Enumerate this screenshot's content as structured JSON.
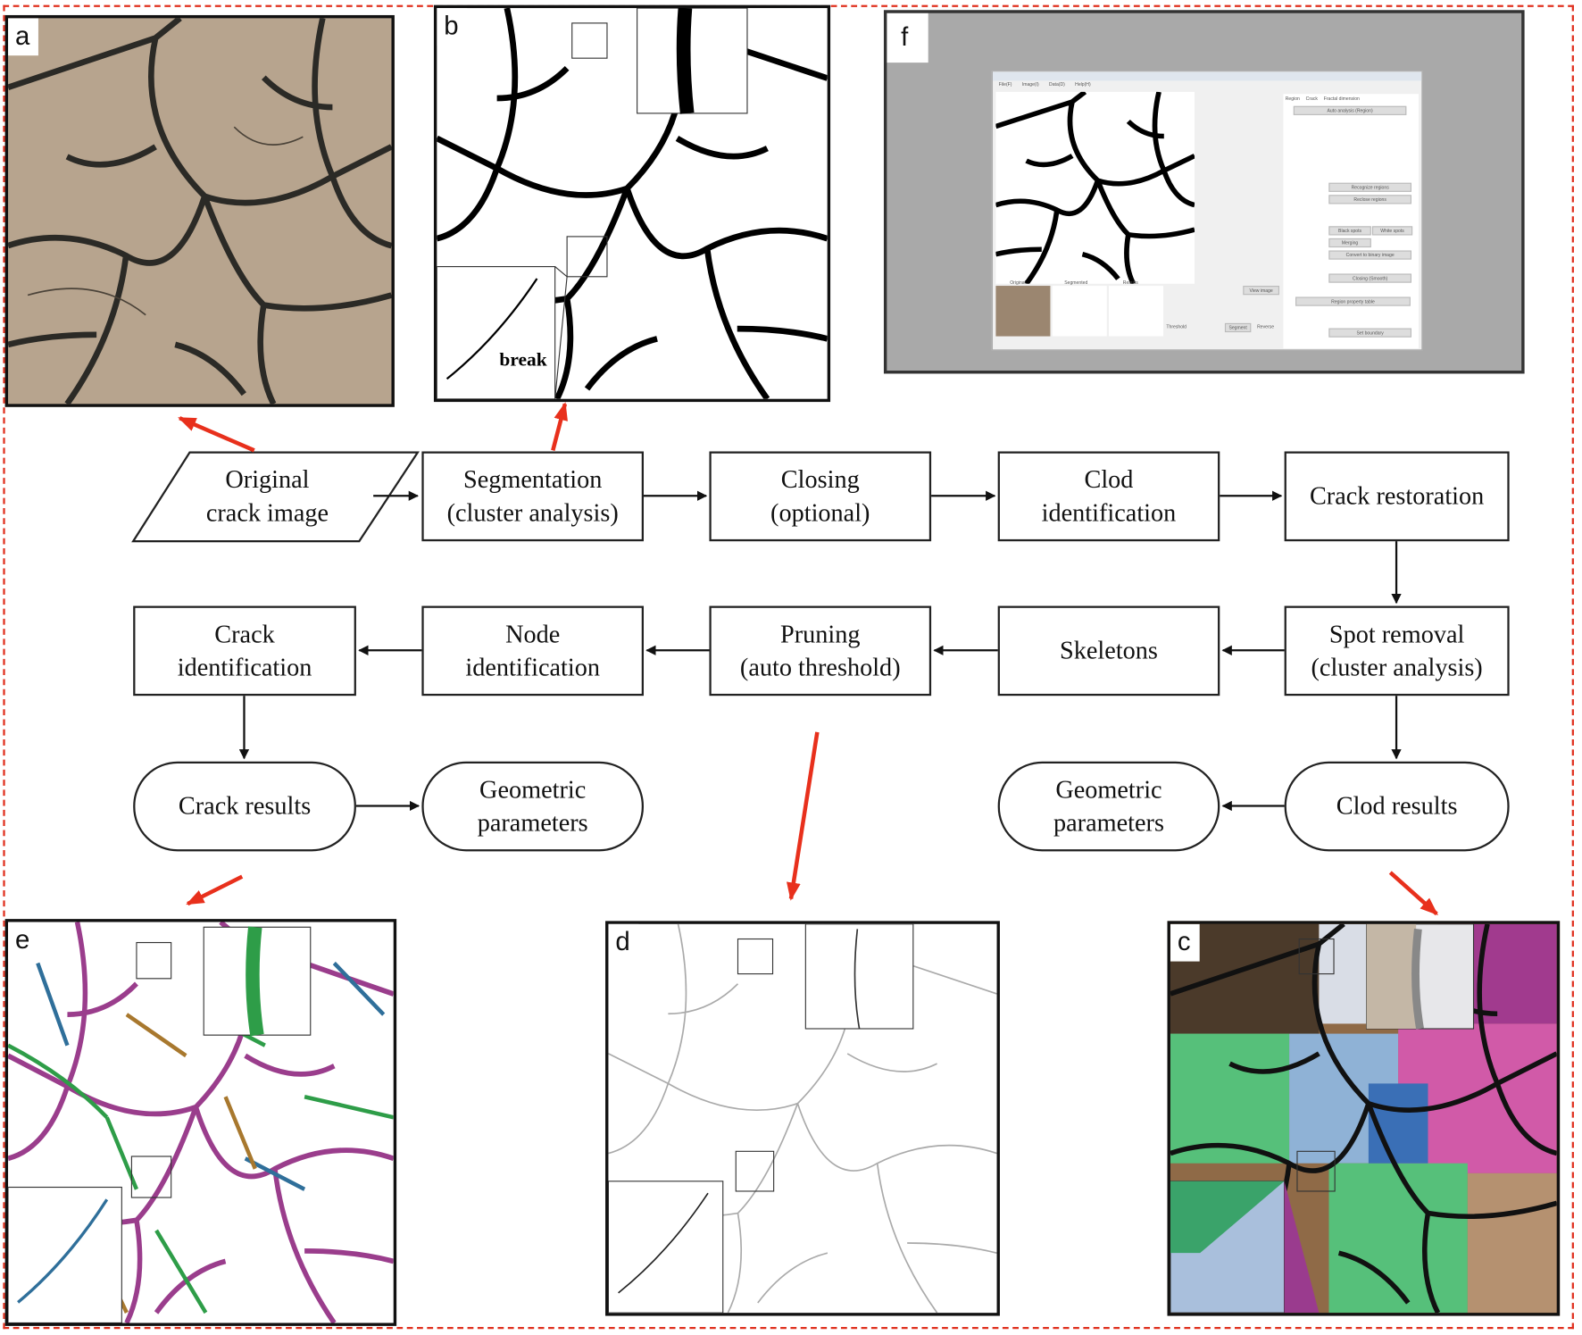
{
  "panels": {
    "a": {
      "label": "a"
    },
    "b": {
      "label": "b",
      "annotation": "break"
    },
    "c": {
      "label": "c"
    },
    "d": {
      "label": "d"
    },
    "e": {
      "label": "e"
    },
    "f": {
      "label": "f"
    }
  },
  "software_window": {
    "menu": [
      "File(F)",
      "Image(I)",
      "Data(D)",
      "Help(H)"
    ],
    "tabs": [
      "Region",
      "Crack",
      "Fractal dimension"
    ],
    "buttons": {
      "auto": "Auto analysis (Region)",
      "recognize": "Recognize regions",
      "reclose": "Reclose regions",
      "black_spots": "Black spots",
      "white_spots": "White spots",
      "merging": "Merging",
      "binary": "Convert to binary image",
      "closing": "Closing (Smooth)",
      "table": "Region property table",
      "boundary": "Set boundary",
      "view": "View image",
      "segment": "Segment"
    },
    "thumbs": [
      "Original",
      "Segmented",
      "Results"
    ],
    "threshold_label": "Threshold",
    "reverse_label": "Reverse"
  },
  "flowchart": {
    "original": "Original\ncrack image",
    "segmentation": "Segmentation\n(cluster analysis)",
    "closing": "Closing\n(optional)",
    "clod_id": "Clod\nidentification",
    "crack_restoration": "Crack restoration",
    "spot_removal": "Spot removal\n(cluster analysis)",
    "skeletons": "Skeletons",
    "pruning": "Pruning\n(auto threshold)",
    "node_id": "Node\nidentification",
    "crack_id": "Crack\nidentification",
    "crack_results": "Crack results",
    "geo_left": "Geometric\nparameters",
    "geo_right": "Geometric\nparameters",
    "clod_results": "Clod results"
  },
  "colors": {
    "arrow_red": "#e8301c",
    "frame_red": "#e0301e",
    "soil": "#b7a48e"
  }
}
